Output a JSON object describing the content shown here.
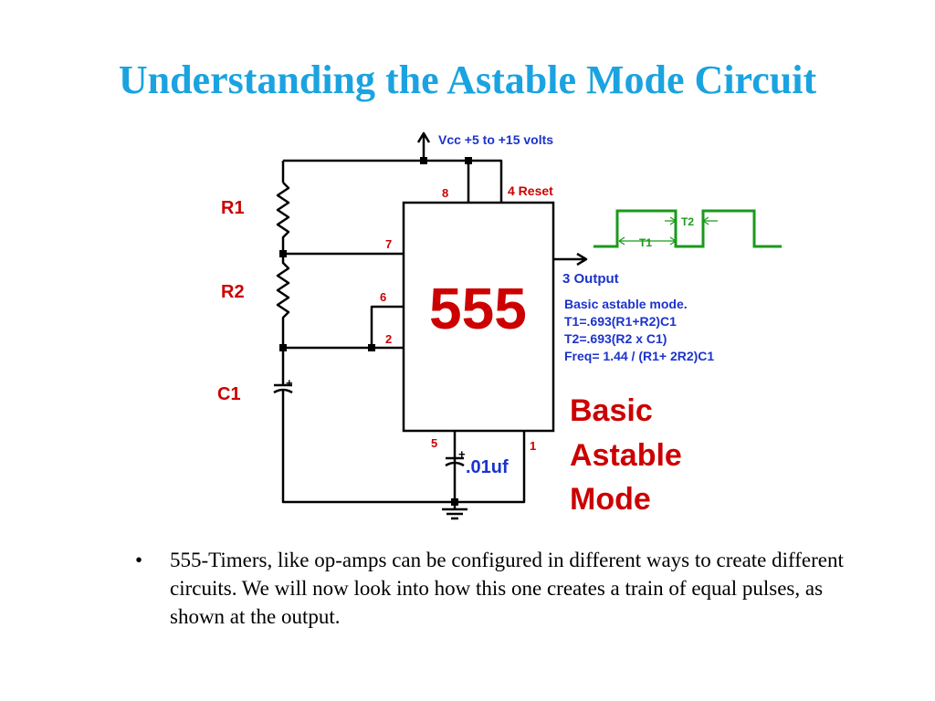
{
  "slide": {
    "title": "Understanding the Astable Mode Circuit"
  },
  "circuit": {
    "supply_label": "Vcc +5 to +15 volts",
    "r1_label": "R1",
    "r2_label": "R2",
    "c1_label": "C1",
    "chip_label": "555",
    "pin8": "8",
    "pin4": "4 Reset",
    "pin7": "7",
    "pin6": "6",
    "pin2": "2",
    "pin5": "5",
    "pin1": "1",
    "output_label": "3  Output",
    "cap2_label": ".01uf",
    "plus": "+",
    "t1_label": "T1",
    "t2_label": "T2",
    "formula_title": "Basic astable mode.",
    "formula_t1": "T1=.693(R1+R2)C1",
    "formula_t2": "T2=.693(R2 x C1)",
    "formula_freq": "Freq= 1.44 / (R1+ 2R2)C1",
    "big_label_1": "Basic",
    "big_label_2": "Astable",
    "big_label_3": "Mode",
    "colors": {
      "wire": "#000000",
      "pin_label": "#cc0000",
      "chip_text": "#cc0000",
      "formula_text": "#1c33cc",
      "waveform": "#1a9a1a",
      "title": "#1aa3e0"
    }
  },
  "bullets": [
    {
      "marker": "•",
      "text": "555-Timers, like op-amps can be configured in different ways to create different circuits.  We will now look into how this one creates a train of equal pulses, as shown at the output."
    }
  ]
}
